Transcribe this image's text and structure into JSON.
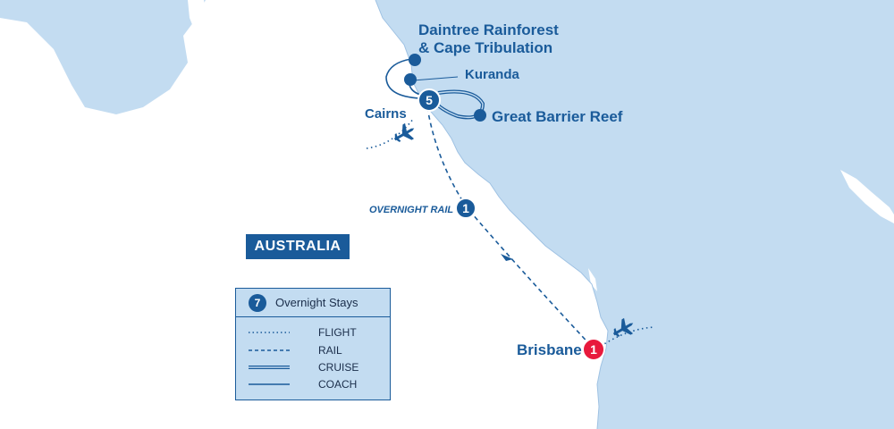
{
  "map": {
    "country_label": "AUSTRALIA",
    "places": {
      "daintree": "Daintree Rainforest\n& Cape Tribulation",
      "kuranda": "Kuranda",
      "cairns": "Cairns",
      "reef": "Great Barrier Reef",
      "rail_label": "OVERNIGHT RAIL",
      "brisbane": "Brisbane"
    },
    "stops": {
      "cairns_nights": "5",
      "rail_nights": "1",
      "brisbane_nights": "1"
    },
    "colors": {
      "land": "#ffffff",
      "water": "#c3dcf1",
      "route": "#1a5b9a",
      "start_marker": "#e8193c"
    }
  },
  "legend": {
    "header_count": "7",
    "header_label": "Overnight Stays",
    "items": [
      {
        "label": "FLIGHT",
        "style": "dotted"
      },
      {
        "label": "RAIL",
        "style": "dashed"
      },
      {
        "label": "CRUISE",
        "style": "double"
      },
      {
        "label": "COACH",
        "style": "solid"
      }
    ]
  }
}
